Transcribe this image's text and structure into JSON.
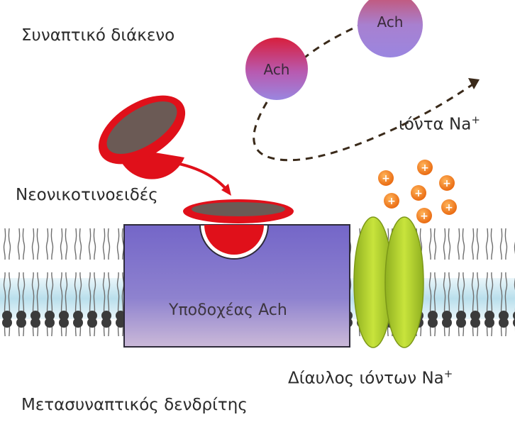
{
  "labels": {
    "synaptic_cleft": "Συναπτικό διάκενο",
    "neonicotinoids": "Νεονικοτινοειδές",
    "na_ions": "ιόντα Na",
    "na_ions_sup": "+",
    "receptor": "Υποδοχέας Ach",
    "channel": "Δίαυλος ιόντων Na",
    "channel_sup": "+",
    "dendrite": "Μετασυναπτικός δενδρίτης"
  },
  "molecules": {
    "ach_1": "Ach",
    "ach_2": "Ach",
    "ion_symbol": "+"
  },
  "colors": {
    "membrane_heads": "#3b3b3b",
    "membrane_tails": "#7a7a7a",
    "membrane_core": "#cfe8f0",
    "receptor_top": "#7d6fcf",
    "receptor_bottom": "#c7b7dc",
    "neonicotinoid_red": "#e0101a",
    "neonicotinoid_cap": "#6b5a55",
    "ach_top": "#d81e3c",
    "ach_bottom": "#9a86e0",
    "channel_green": "#b8d832",
    "ion_orange": "#f07a1a"
  }
}
